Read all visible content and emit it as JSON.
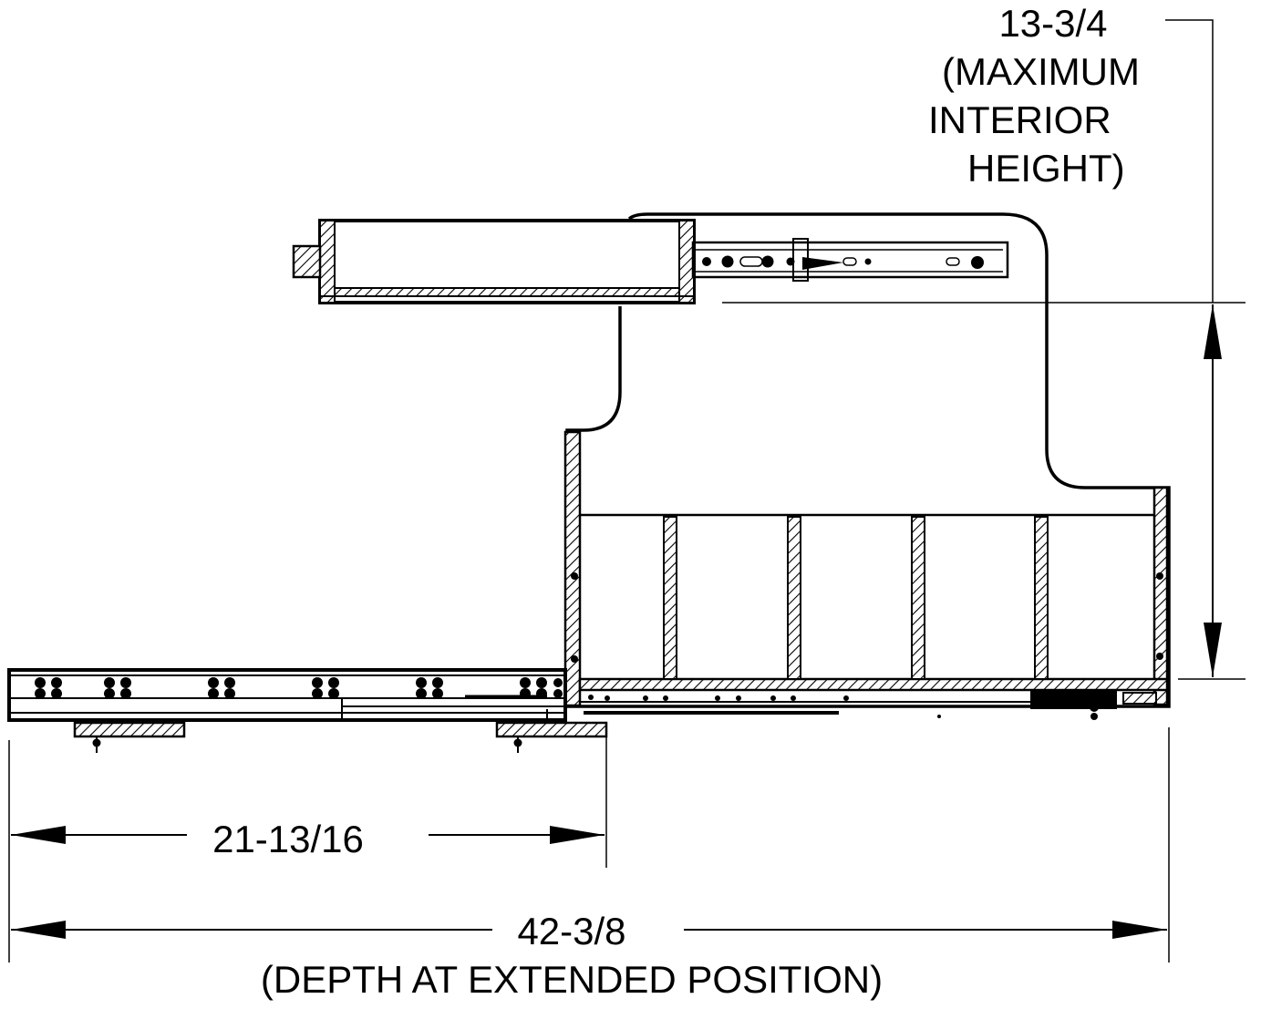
{
  "dimensions": {
    "height": {
      "value": "13-3/4",
      "note_lines": [
        "(MAXIMUM",
        "INTERIOR",
        "HEIGHT)"
      ]
    },
    "retracted_depth": {
      "value": "21-13/16"
    },
    "extended_depth": {
      "value": "42-3/8",
      "note": "(DEPTH AT EXTENDED POSITION)"
    }
  },
  "colors": {
    "line": "#000000",
    "background": "#ffffff"
  }
}
